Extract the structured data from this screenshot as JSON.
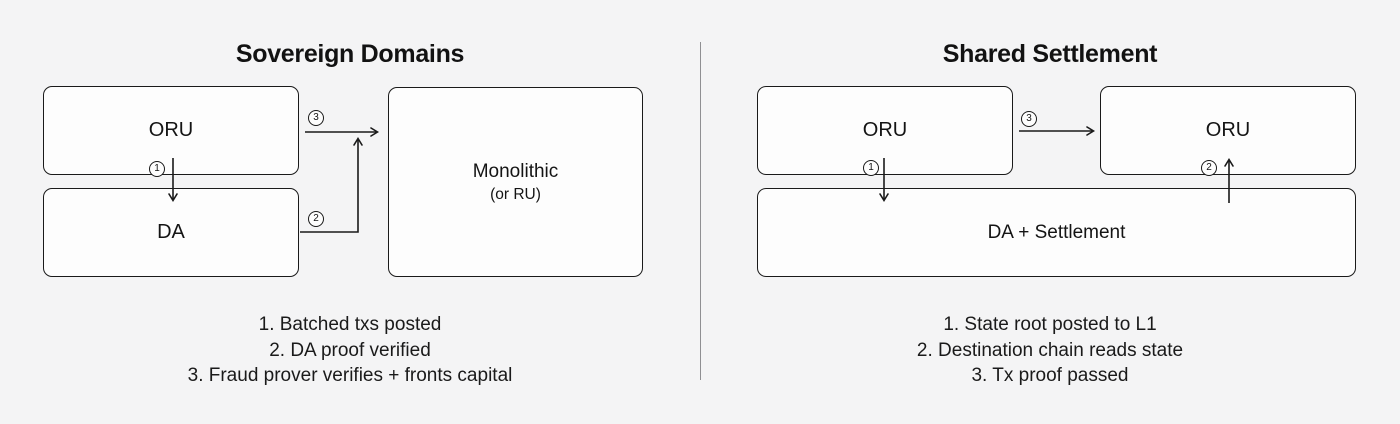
{
  "left_panel": {
    "title": "Sovereign Domains",
    "boxes": {
      "oru": "ORU",
      "da": "DA",
      "monolithic_title": "Monolithic",
      "monolithic_sub": "(or RU)"
    },
    "steps": {
      "step1": "1",
      "step2": "2",
      "step3": "3"
    },
    "captions": [
      "1. Batched txs posted",
      "2. DA proof verified",
      "3. Fraud prover verifies + fronts capital"
    ]
  },
  "right_panel": {
    "title": "Shared Settlement",
    "boxes": {
      "oru_source": "ORU",
      "oru_destination": "ORU",
      "da_settlement": "DA + Settlement"
    },
    "steps": {
      "step1": "1",
      "step2": "2",
      "step3": "3"
    },
    "captions": [
      "1. State root posted to L1",
      "2. Destination chain reads state",
      "3. Tx proof passed"
    ]
  },
  "colors": {
    "background": "#f4f4f5",
    "box_fill": "#fdfdfd",
    "stroke": "#1a1a1a",
    "divider": "#8f8f92"
  }
}
